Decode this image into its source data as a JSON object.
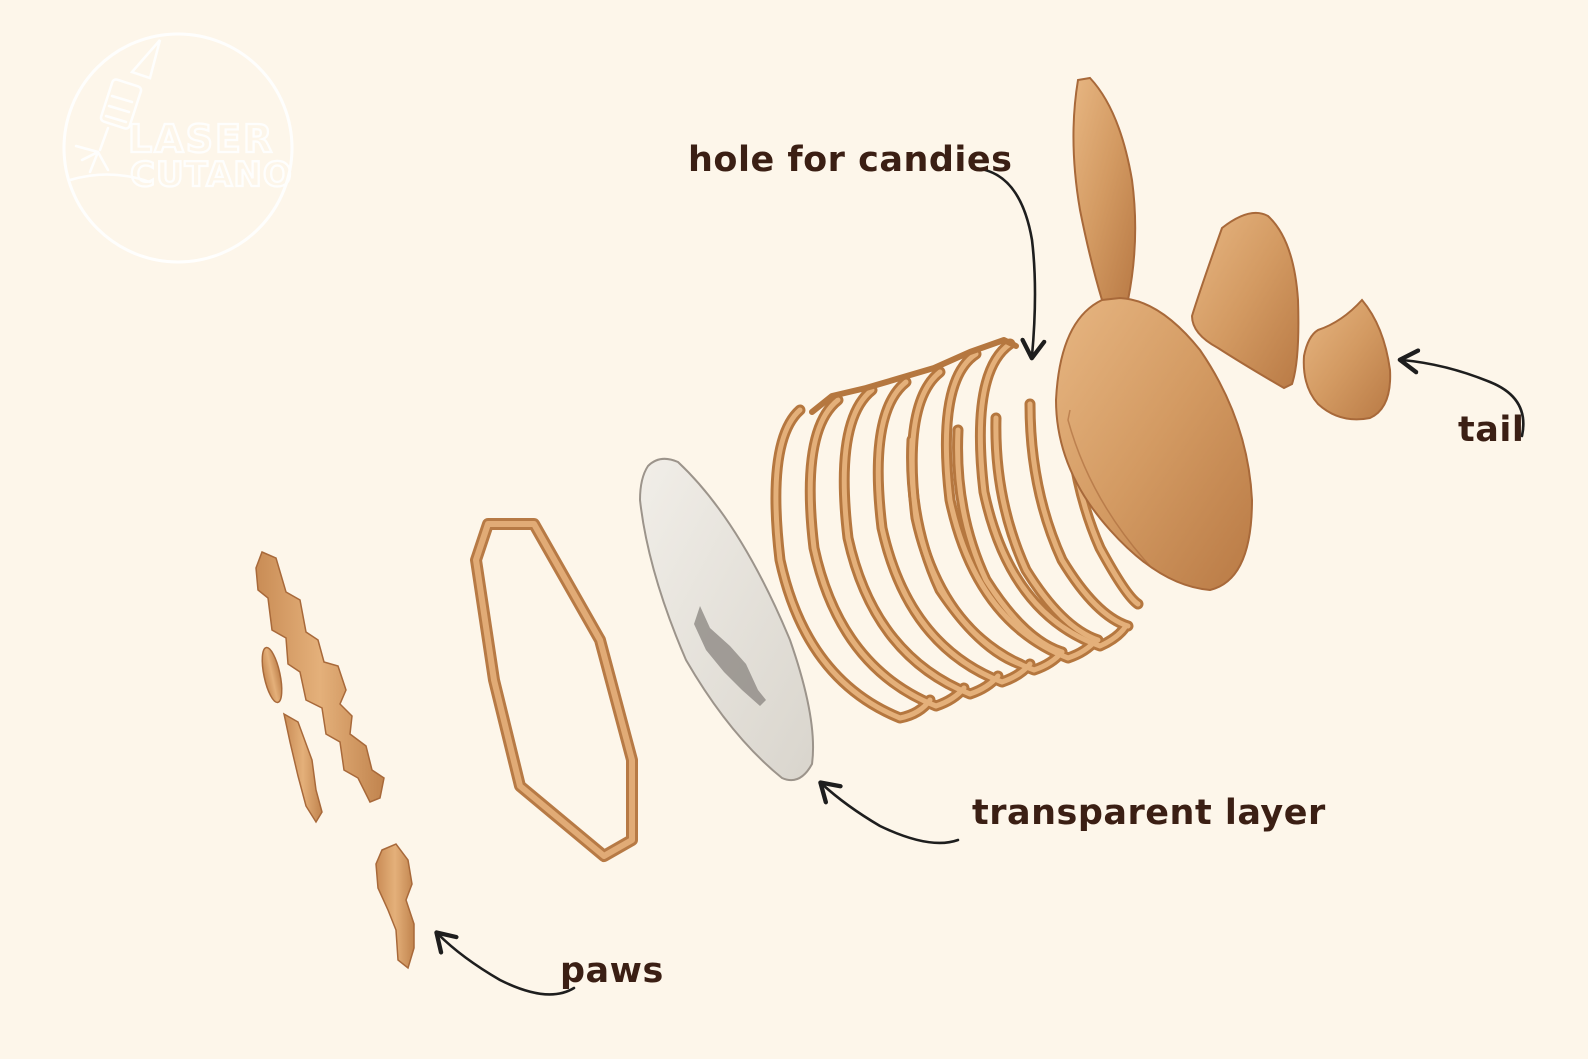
{
  "logo": {
    "line1": "LASER",
    "line2": "CUTANO"
  },
  "labels": {
    "holes": "hole for candies",
    "tail": "tail",
    "transparent": "transparent layer",
    "paws": "paws"
  },
  "colors": {
    "background": "#fdf6ea",
    "wood": "#d59a62",
    "wood_dark": "#a8693a",
    "wood_light": "#e6b480",
    "acrylic": "#e9e6df",
    "text": "#3b1f14",
    "arrow": "#1e1e1e",
    "logo": "#ffffff"
  },
  "icons": [
    "laser-head-icon",
    "arrow-icon"
  ]
}
